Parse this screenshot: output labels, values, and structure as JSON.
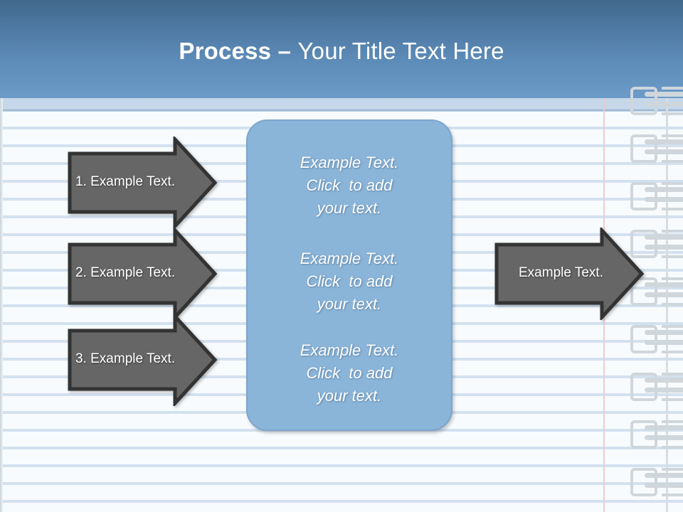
{
  "slide": {
    "title": {
      "bold_part": "Process",
      "dash": " – ",
      "rest": "Your Title Text Here"
    },
    "background": {
      "header_gradient_top": "#41688d",
      "header_gradient_bottom": "#6c9bc8",
      "paper_color": "#f6fafd",
      "rule_line_color": "#d3e1ef",
      "margin_line_color": "#eec6c6",
      "spiral_ring_color": "#cfd6dc"
    }
  },
  "input_arrows": [
    {
      "label": "1. Example Text."
    },
    {
      "label": "2. Example Text."
    },
    {
      "label": "3. Example Text."
    }
  ],
  "center_box": {
    "fill_color": "#8ab4d8",
    "border_color": "#7ba6cd",
    "text_blocks": [
      {
        "line1": "Example Text.",
        "line2": "Click  to add",
        "line3": "your text."
      },
      {
        "line1": "Example Text.",
        "line2": "Click  to add",
        "line3": "your text."
      },
      {
        "line1": "Example Text.",
        "line2": "Click  to add",
        "line3": "your text."
      }
    ]
  },
  "output_arrow": {
    "label": "Example Text.",
    "fill_color": "#666666",
    "border_color": "#333333"
  }
}
